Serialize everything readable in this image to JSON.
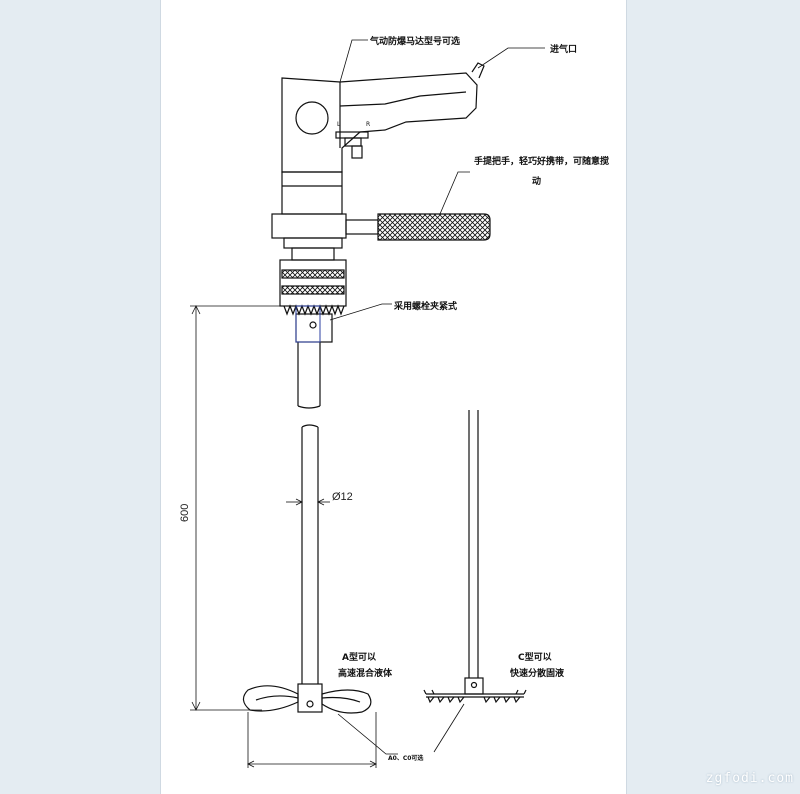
{
  "labels": {
    "motor": "气动防爆马达型号可选",
    "air_inlet": "进气口",
    "handle_line1": "手提把手，轻巧好携带，可随意搅",
    "handle_line2": "动",
    "chuck": "采用螺栓夹紧式",
    "type_a_line1": "A型可以",
    "type_a_line2": "高速混合液体",
    "type_c_line1": "C型可以",
    "type_c_line2": "快速分散固液",
    "bottom_note": "A0、C0可选",
    "dim_length": "600",
    "dim_diameter": "Ø12",
    "switch_left": "L",
    "switch_right": "R"
  },
  "watermark": "zgfodi.com",
  "colors": {
    "line": "#111111",
    "accent": "#2b3fa0",
    "background": "#e4ecf2"
  }
}
